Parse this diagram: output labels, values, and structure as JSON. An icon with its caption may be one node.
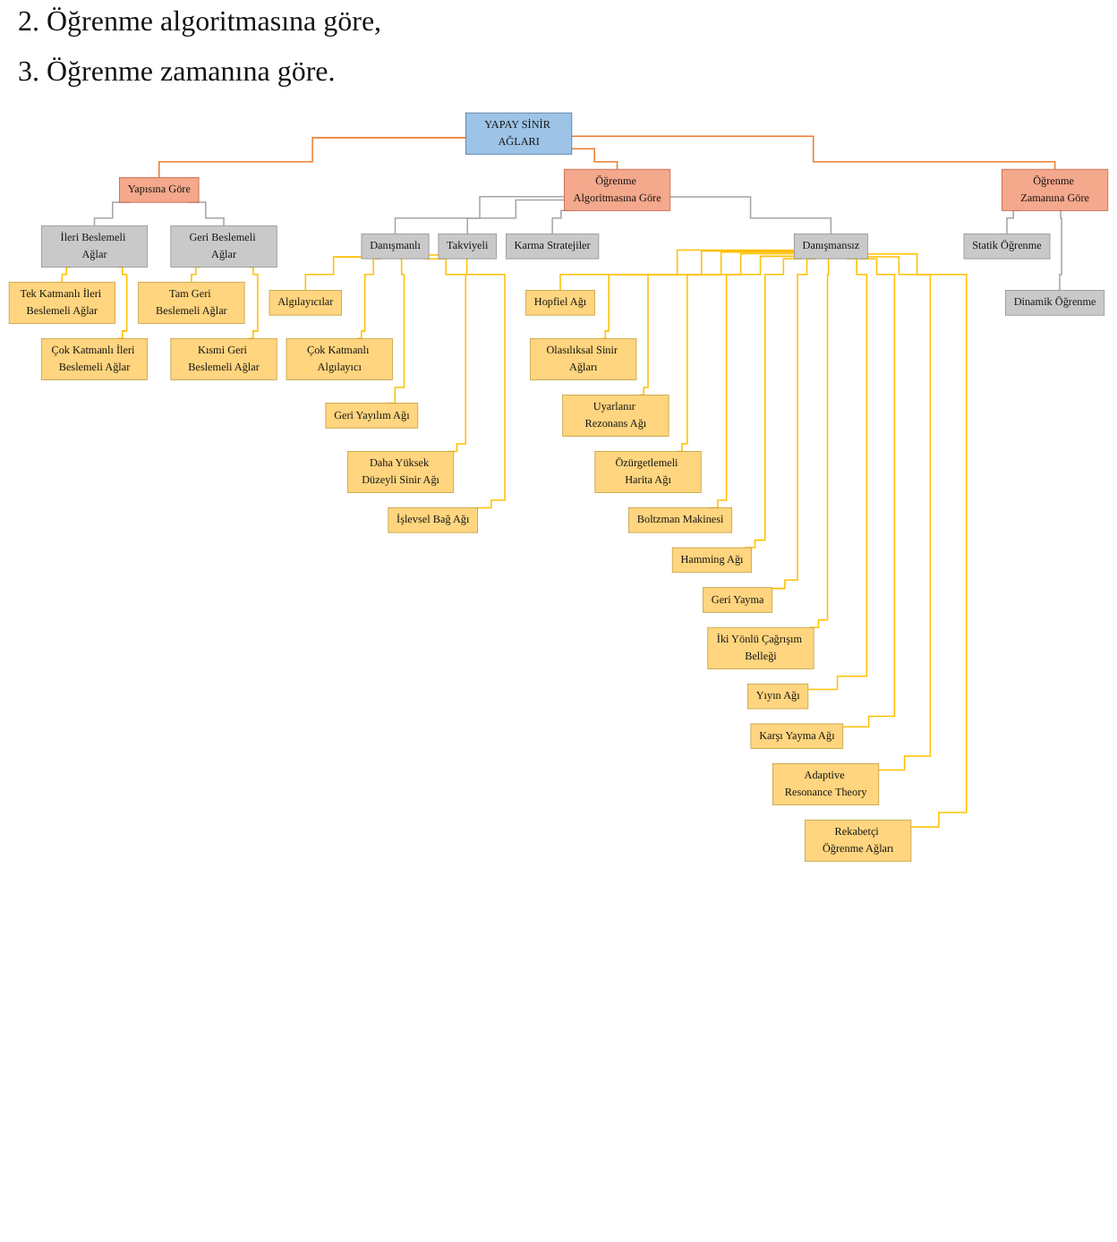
{
  "diagram": {
    "nodes": [
      {
        "text": [
          "YAPAY SİNİR AĞLARI"
        ]
      },
      {
        "text": [
          "Yapısına Göre"
        ]
      },
      {
        "text": [
          "Öğrenme Algoritmasına Göre"
        ]
      },
      {
        "text": [
          "Öğrenme Zamanına Göre"
        ]
      },
      {
        "text": [
          "İleri Beslemeli Ağlar"
        ]
      },
      {
        "text": [
          "Geri Beslemeli Ağlar"
        ]
      },
      {
        "text": [
          "Danışmanlı"
        ]
      },
      {
        "text": [
          "Takviyeli"
        ]
      },
      {
        "text": [
          "Karma Stratejiler"
        ]
      },
      {
        "text": [
          "Danışmansız"
        ]
      },
      {
        "text": [
          "Statik Öğrenme"
        ]
      },
      {
        "text": [
          "Dinamik Öğrenme"
        ]
      },
      {
        "text": [
          "Tek Katmanlı İleri Beslemeli Ağlar"
        ]
      },
      {
        "text": [
          "Çok Katmanlı İleri Beslemeli Ağlar"
        ]
      },
      {
        "text": [
          "Tam Geri Beslemeli Ağlar"
        ]
      },
      {
        "text": [
          "Kısmi Geri Beslemeli Ağlar"
        ]
      },
      {
        "text": [
          "Algılayıcılar"
        ]
      },
      {
        "text": [
          "Çok Katmanlı Algılayıcı"
        ]
      },
      {
        "text": [
          "Geri Yayılım Ağı"
        ]
      },
      {
        "text": [
          "Daha Yüksek Düzeyli Sinir Ağı"
        ]
      },
      {
        "text": [
          "İşlevsel Bağ Ağı"
        ]
      },
      {
        "text": [
          "Hopfiel Ağı"
        ]
      },
      {
        "text": [
          "Olasılıksal Sinir Ağları"
        ]
      },
      {
        "text": [
          "Uyarlanır Rezonans Ağı"
        ]
      },
      {
        "text": [
          "Özürgetlemeli Harita Ağı"
        ]
      },
      {
        "text": [
          "Boltzman Makinesi"
        ]
      },
      {
        "text": [
          "Hamming Ağı"
        ]
      },
      {
        "text": [
          "Geri Yayma"
        ]
      },
      {
        "text": [
          "İki Yönlü Çağrışım Belleği"
        ]
      },
      {
        "text": [
          "Yıyın Ağı"
        ]
      },
      {
        "text": [
          "Karşı Yayma Ağı"
        ]
      },
      {
        "text": [
          "Adaptive Resonance Theory"
        ]
      },
      {
        "text": [
          "Rekabetçi Öğrenme Ağları"
        ]
      }
    ],
    "edges": [
      {
        "from": 0,
        "to": 1,
        "arrow": "none",
        "color": "#ed7d31"
      },
      {
        "from": 0,
        "to": 2,
        "arrow": "none",
        "color": "#ed7d31"
      },
      {
        "from": 0,
        "to": 3,
        "arrow": "none",
        "color": "#ed7d31"
      },
      {
        "from": 1,
        "to": 4,
        "arrow": "none",
        "color": "#a5a5a5"
      },
      {
        "from": 1,
        "to": 5,
        "arrow": "none",
        "color": "#a5a5a5"
      },
      {
        "from": 2,
        "to": 6,
        "arrow": "none",
        "color": "#a5a5a5"
      },
      {
        "from": 2,
        "to": 7,
        "arrow": "none",
        "color": "#a5a5a5"
      },
      {
        "from": 2,
        "to": 8,
        "arrow": "none",
        "color": "#a5a5a5"
      },
      {
        "from": 2,
        "to": 9,
        "arrow": "none",
        "color": "#a5a5a5"
      },
      {
        "from": 3,
        "to": 10,
        "arrow": "none",
        "color": "#a5a5a5"
      },
      {
        "from": 3,
        "to": 11,
        "arrow": "none",
        "color": "#a5a5a5"
      },
      {
        "from": 4,
        "to": 12,
        "arrow": "none"
      },
      {
        "from": 4,
        "to": 13,
        "arrow": "none"
      },
      {
        "from": 5,
        "to": 14,
        "arrow": "none"
      },
      {
        "from": 5,
        "to": 15,
        "arrow": "none"
      },
      {
        "from": 6,
        "to": 16,
        "arrow": "none"
      },
      {
        "from": 6,
        "to": 17,
        "arrow": "none"
      },
      {
        "from": 6,
        "to": 18,
        "arrow": "none"
      },
      {
        "from": 6,
        "to": 19,
        "arrow": "none"
      },
      {
        "from": 6,
        "to": 20,
        "arrow": "none"
      },
      {
        "from": 9,
        "to": 21,
        "arrow": "none"
      },
      {
        "from": 9,
        "to": 22,
        "arrow": "none"
      },
      {
        "from": 9,
        "to": 23,
        "arrow": "none"
      },
      {
        "from": 9,
        "to": 24,
        "arrow": "none"
      },
      {
        "from": 9,
        "to": 25,
        "arrow": "none"
      },
      {
        "from": 9,
        "to": 26,
        "arrow": "none"
      },
      {
        "from": 9,
        "to": 27,
        "arrow": "none"
      },
      {
        "from": 9,
        "to": 28,
        "arrow": "none"
      },
      {
        "from": 9,
        "to": 29,
        "arrow": "none"
      },
      {
        "from": 9,
        "to": 30,
        "arrow": "none"
      },
      {
        "from": 9,
        "to": 31,
        "arrow": "none"
      },
      {
        "from": 9,
        "to": 32,
        "arrow": "none"
      }
    ],
    "labels": [
      "2. Öğrenme algoritmasına göre,",
      "3. Öğrenme zamanına göre."
    ]
  }
}
